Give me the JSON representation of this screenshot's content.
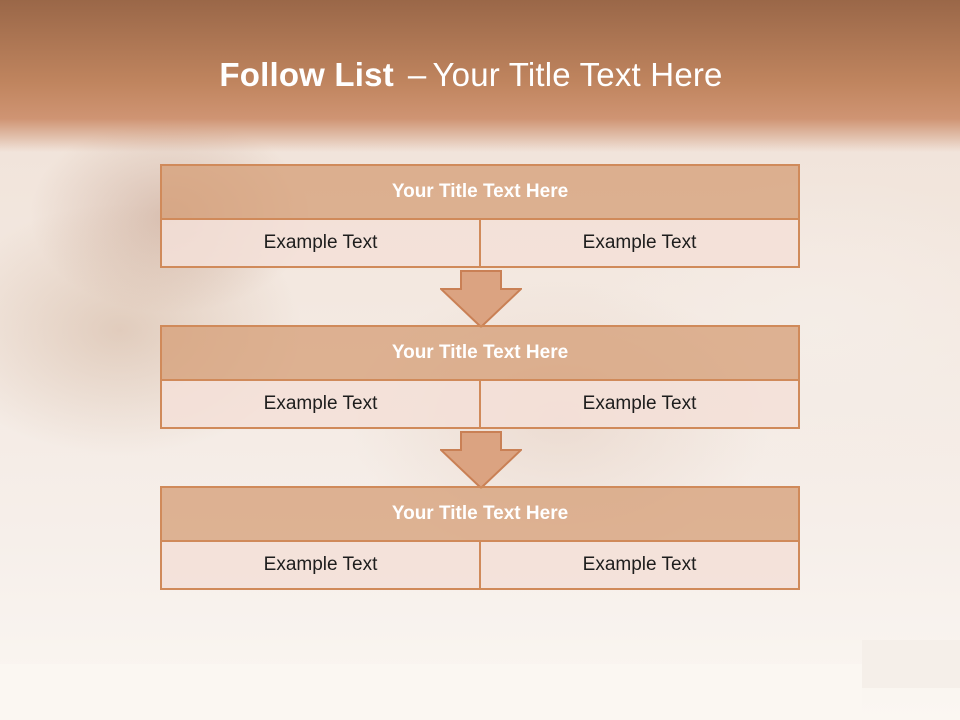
{
  "slide": {
    "title_bold": "Follow List",
    "title_separator": "–",
    "title_rest": "Your Title Text Here",
    "steps": [
      {
        "title": "Your Title Text Here",
        "left": "Example Text",
        "right": "Example Text"
      },
      {
        "title": "Your Title Text Here",
        "left": "Example Text",
        "right": "Example Text"
      },
      {
        "title": "Your Title Text Here",
        "left": "Example Text",
        "right": "Example Text"
      }
    ]
  },
  "colors": {
    "accent": "#d08a5a",
    "header_fill": "#d6a07a",
    "cell_fill": "#f3e0d7"
  }
}
